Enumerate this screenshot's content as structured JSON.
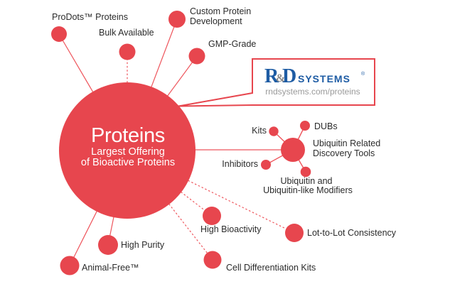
{
  "colors": {
    "red": "#e7464e",
    "line_red": "#ee555c",
    "logo_blue": "#1e5ca4",
    "logo_gray": "#8a8a8a",
    "label_text": "#2b2b2b"
  },
  "center": {
    "title": "Proteins",
    "subtitle1": "Largest Offering",
    "subtitle2": "of Bioactive Proteins"
  },
  "logo_box": {
    "r": "R",
    "amp": "&",
    "d": "D",
    "systems": "SYSTEMS",
    "reg": "®",
    "url": "rndsystems.com/proteins"
  },
  "nodes": {
    "prodots": {
      "label": "ProDots™ Proteins"
    },
    "bulk": {
      "label": "Bulk Available"
    },
    "custom": {
      "line1": "Custom Protein",
      "line2": "Development"
    },
    "gmp": {
      "label": "GMP-Grade"
    },
    "kits": {
      "label": "Kits"
    },
    "dubs": {
      "label": "DUBs"
    },
    "ubiquitin_hub": {
      "line1": "Ubiquitin Related",
      "line2": "Discovery Tools"
    },
    "inhibitors": {
      "label": "Inhibitors"
    },
    "ub_modifiers": {
      "line1": "Ubiquitin and",
      "line2": "Ubiquitin-like Modifiers"
    },
    "lot_to_lot": {
      "label": "Lot-to-Lot Consistency"
    },
    "high_bioactivity": {
      "label": "High Bioactivity"
    },
    "cell_differentiation": {
      "label": "Cell Differentiation Kits"
    },
    "high_purity": {
      "label": "High Purity"
    },
    "animal_free": {
      "label": "Animal-Free™"
    }
  }
}
